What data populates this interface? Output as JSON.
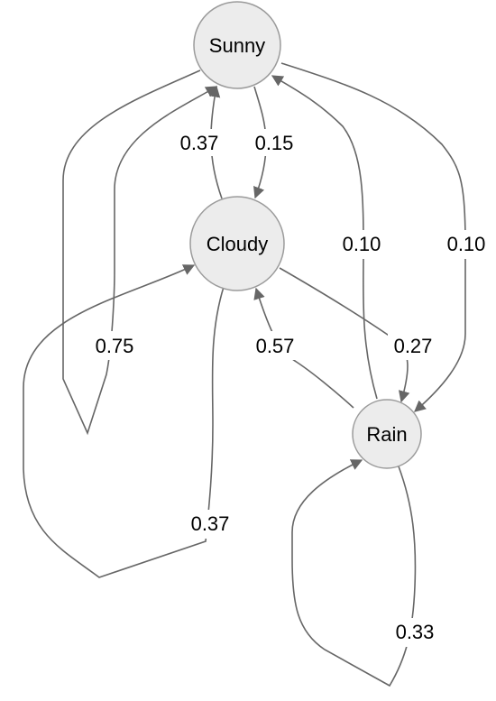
{
  "nodes": {
    "sunny": {
      "label": "Sunny"
    },
    "cloudy": {
      "label": "Cloudy"
    },
    "rain": {
      "label": "Rain"
    }
  },
  "edges": {
    "cloudy_to_sunny": {
      "label": "0.37"
    },
    "sunny_to_cloudy": {
      "label": "0.15"
    },
    "sunny_self_loop": {
      "label": "0.75"
    },
    "cloudy_self_loop": {
      "label": "0.37"
    },
    "rain_to_sunny": {
      "label": "0.10"
    },
    "sunny_to_rain": {
      "label": "0.10"
    },
    "rain_to_cloudy": {
      "label": "0.57"
    },
    "cloudy_to_rain": {
      "label": "0.27"
    },
    "rain_self_loop": {
      "label": "0.33"
    }
  },
  "colors": {
    "node_fill": "#ececec",
    "node_stroke": "#9b9b9b",
    "edge": "#666666"
  }
}
